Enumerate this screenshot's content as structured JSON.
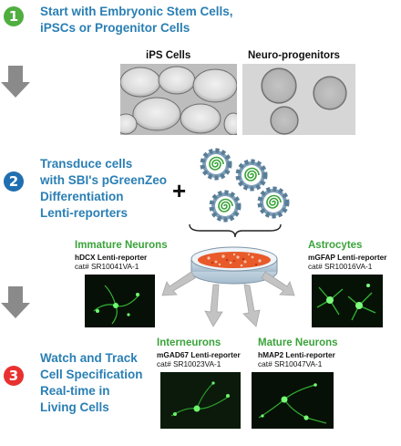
{
  "steps": [
    {
      "number": "1",
      "color": "#4fae3f",
      "lines": [
        "Start with Embryonic Stem Cells,",
        "iPSCs or Progenitor Cells"
      ]
    },
    {
      "number": "2",
      "color": "#1f6fb0",
      "lines": [
        "Transduce cells",
        "with SBI's pGreenZeo",
        "Differentiation",
        "Lenti-reporters"
      ]
    },
    {
      "number": "3",
      "color": "#e8312f",
      "lines": [
        "Watch and Track",
        "Cell Specification",
        "Real-time in",
        "Living Cells"
      ]
    }
  ],
  "photos": {
    "ips_label": "iPS Cells",
    "neuro_label": "Neuro-progenitors"
  },
  "plus_sign": "+",
  "reporters": {
    "immature": {
      "title": "Immature Neurons",
      "reporter": "hDCX Lenti-reporter",
      "cat_prefix": "cat#",
      "cat": "SR10041VA-1"
    },
    "astrocytes": {
      "title": "Astrocytes",
      "reporter": "mGFAP Lenti-reporter",
      "cat_prefix": "cat#",
      "cat": "SR10016VA-1"
    },
    "interneurons": {
      "title": "Interneurons",
      "reporter": "mGAD67 Lenti-reporter",
      "cat_prefix": "cat#",
      "cat": "SR10023VA-1"
    },
    "mature": {
      "title": "Mature Neurons",
      "reporter": "hMAP2 Lenti-reporter",
      "cat_prefix": "cat#",
      "cat": "SR10047VA-1"
    }
  },
  "colors": {
    "step_text": "#2a7fb4",
    "green_title": "#3aa33a",
    "arrow_gray": "#8a8a8a",
    "virus_body": "#5a7d98",
    "virus_swirl": "#3aa33a",
    "dish_cells": "#e85a2a"
  }
}
